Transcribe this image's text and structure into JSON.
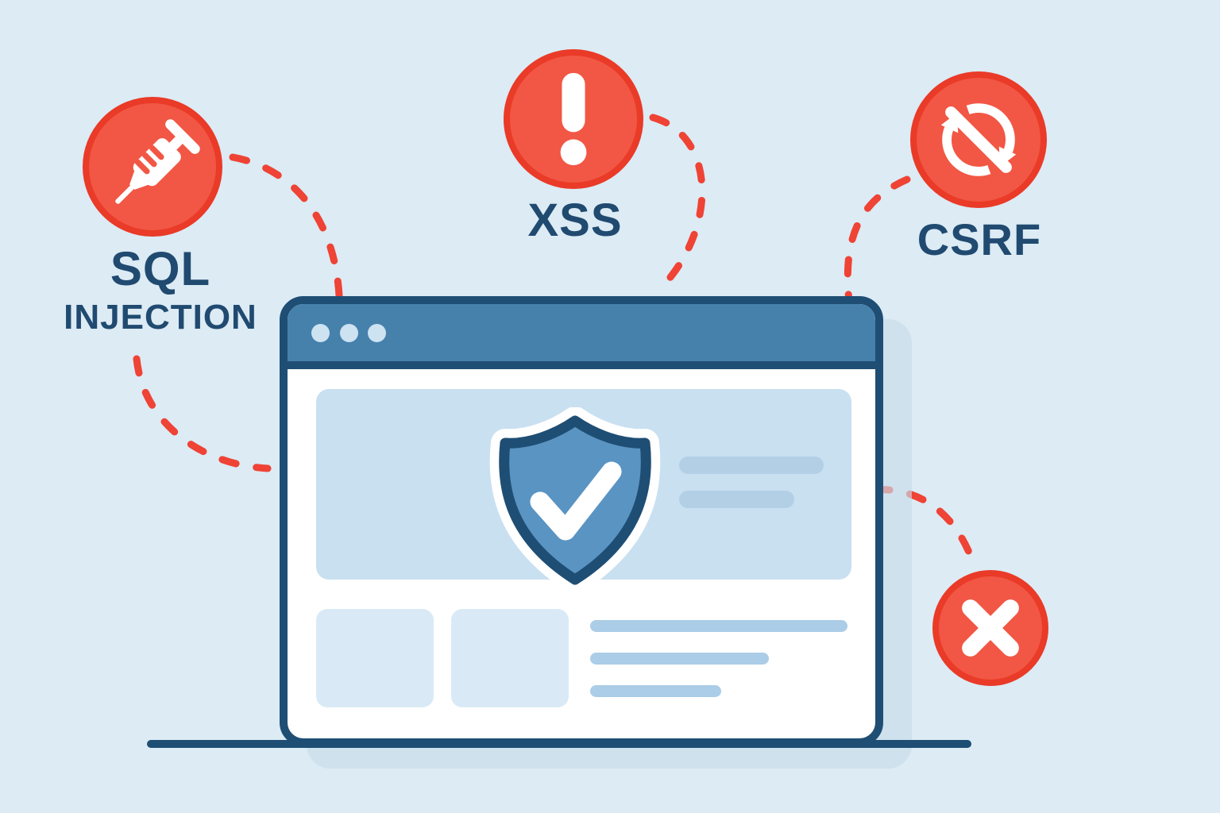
{
  "illustration_title": "web security threats blocked by protected browser",
  "background_color": "#dcebf4",
  "palette": {
    "threat_red_fill": "#f15744",
    "threat_red_border": "#ea3a28",
    "dashed_connector_red": "#ef4335",
    "navy_outline": "#1f4e74",
    "label_navy": "#204a70",
    "titlebar_blue": "#4681ac",
    "shield_blue": "#5a94c3",
    "hero_light_blue": "#c9e0f1",
    "card_light_blue": "#d9eaf6",
    "placeholder_bar_blue": "#abcde7",
    "window_dot_blue": "#cde3f1",
    "shadow_blue": "#c7dbea"
  },
  "threats": [
    {
      "id": "sql-injection",
      "label_line1": "SQL",
      "label_line2": "INJECTION",
      "icon": "syringe-icon"
    },
    {
      "id": "xss",
      "label": "XSS",
      "icon": "exclamation-icon"
    },
    {
      "id": "csrf",
      "label": "CSRF",
      "icon": "crossed-refresh-icon"
    }
  ],
  "blocked_marker": {
    "icon": "x-icon"
  },
  "browser": {
    "window_dots": 3,
    "hero": {
      "icon": "shield-check-icon",
      "text_bars": 2
    },
    "content": {
      "cards": 2,
      "text_bars": 3
    }
  },
  "connectors": {
    "style": "dashed",
    "color": "#ef4335",
    "count": 5
  }
}
